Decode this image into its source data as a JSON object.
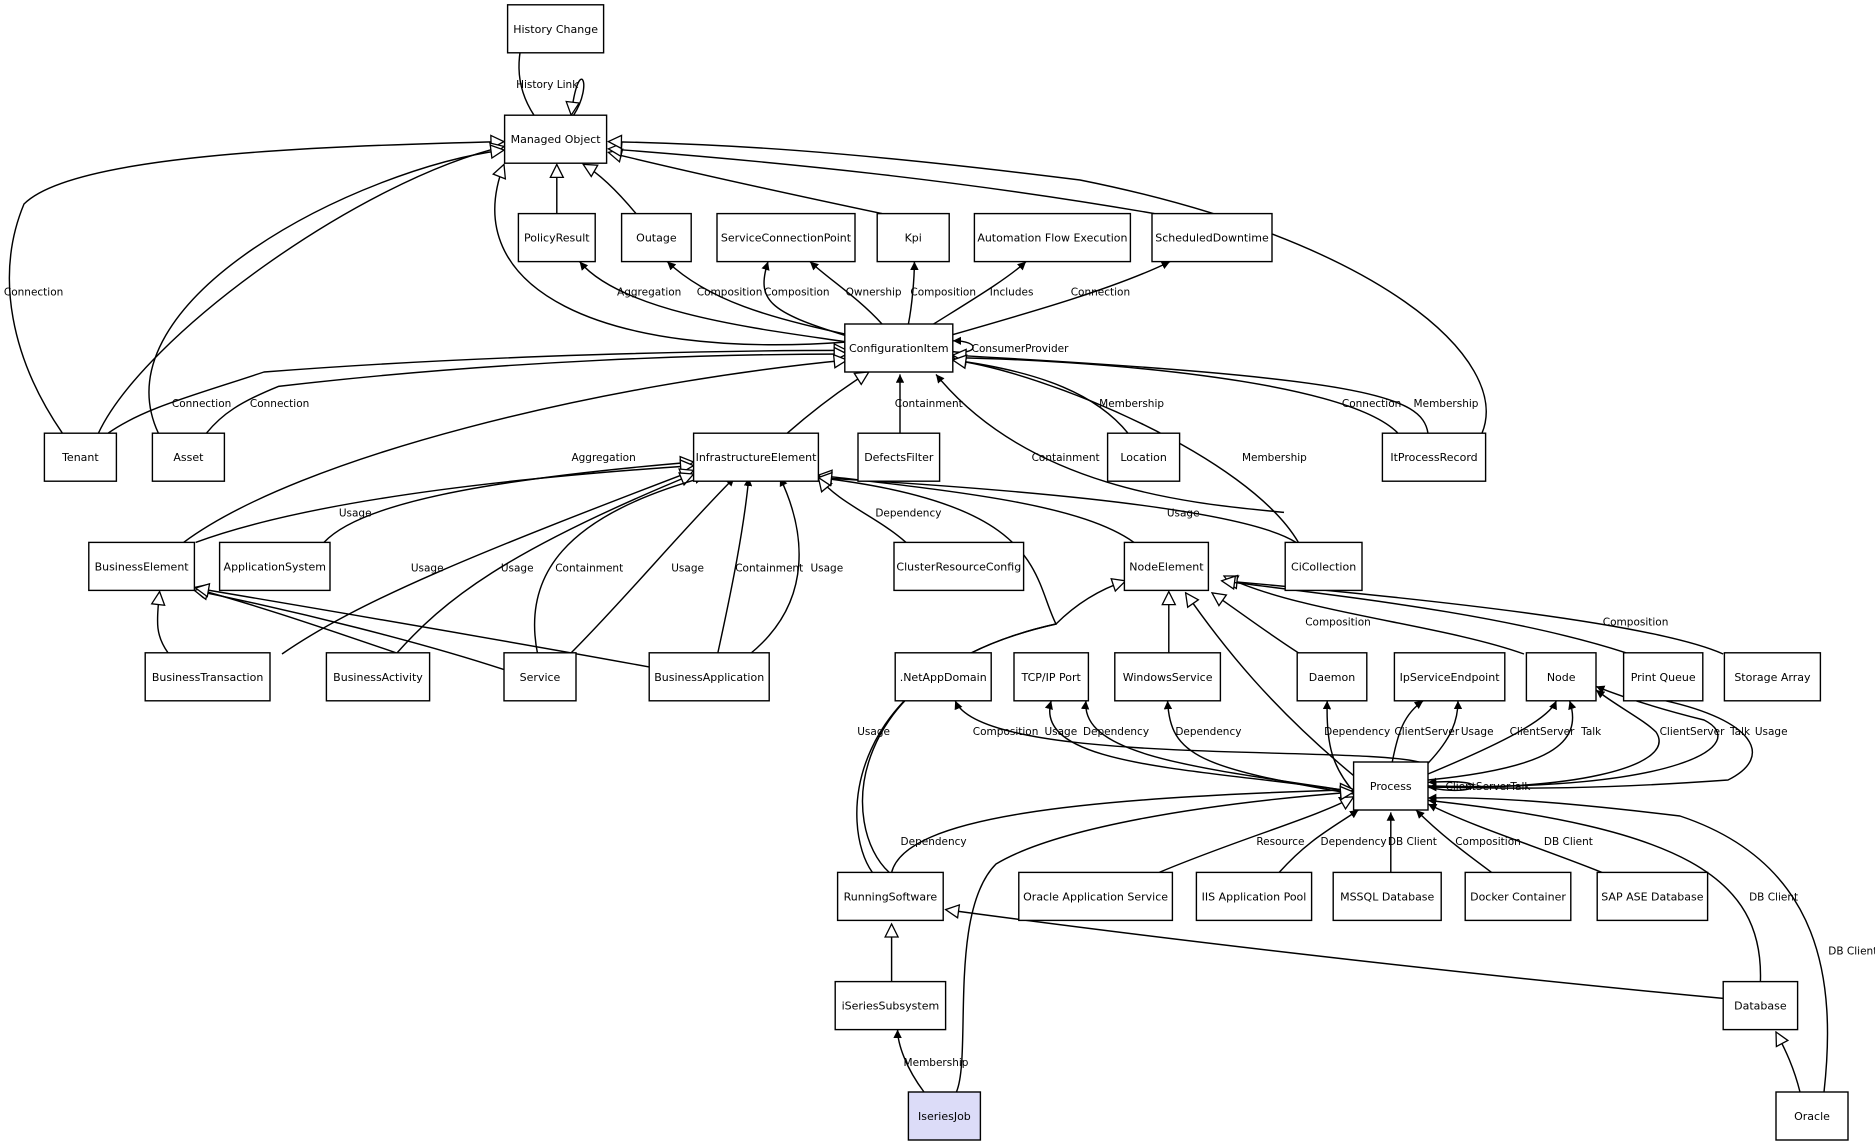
{
  "diagram": {
    "nodes": [
      {
        "id": "HC",
        "label": "History Change"
      },
      {
        "id": "MO",
        "label": "Managed Object"
      },
      {
        "id": "PR",
        "label": "PolicyResult"
      },
      {
        "id": "OU",
        "label": "Outage"
      },
      {
        "id": "SCP",
        "label": "ServiceConnectionPoint"
      },
      {
        "id": "KPI",
        "label": "Kpi"
      },
      {
        "id": "AFE",
        "label": "Automation Flow Execution"
      },
      {
        "id": "SD",
        "label": "ScheduledDowntime"
      },
      {
        "id": "CI",
        "label": "ConfigurationItem"
      },
      {
        "id": "TEN",
        "label": "Tenant"
      },
      {
        "id": "AS",
        "label": "Asset"
      },
      {
        "id": "IE",
        "label": "InfrastructureElement"
      },
      {
        "id": "DF",
        "label": "DefectsFilter"
      },
      {
        "id": "LOC",
        "label": "Location"
      },
      {
        "id": "IPR",
        "label": "ItProcessRecord"
      },
      {
        "id": "BE",
        "label": "BusinessElement"
      },
      {
        "id": "APPS",
        "label": "ApplicationSystem"
      },
      {
        "id": "CRC",
        "label": "ClusterResourceConfig"
      },
      {
        "id": "NE",
        "label": "NodeElement"
      },
      {
        "id": "CIC",
        "label": "CiCollection"
      },
      {
        "id": "BT",
        "label": "BusinessTransaction"
      },
      {
        "id": "BA",
        "label": "BusinessActivity"
      },
      {
        "id": "SVC",
        "label": "Service"
      },
      {
        "id": "BAP",
        "label": "BusinessApplication"
      },
      {
        "id": "NAD",
        "label": ".NetAppDomain"
      },
      {
        "id": "TCP",
        "label": "TCP/IP Port"
      },
      {
        "id": "WS",
        "label": "WindowsService"
      },
      {
        "id": "DAE",
        "label": "Daemon"
      },
      {
        "id": "IPS",
        "label": "IpServiceEndpoint"
      },
      {
        "id": "NODE",
        "label": "Node"
      },
      {
        "id": "PQ",
        "label": "Print Queue"
      },
      {
        "id": "SA",
        "label": "Storage Array"
      },
      {
        "id": "PROC",
        "label": "Process"
      },
      {
        "id": "RS",
        "label": "RunningSoftware"
      },
      {
        "id": "OAS",
        "label": "Oracle Application Service"
      },
      {
        "id": "IIS",
        "label": "IIS Application Pool"
      },
      {
        "id": "MSSQL",
        "label": "MSSQL Database"
      },
      {
        "id": "DOCK",
        "label": "Docker Container"
      },
      {
        "id": "SAP",
        "label": "SAP ASE Database"
      },
      {
        "id": "ISS",
        "label": "iSeriesSubsystem"
      },
      {
        "id": "DB",
        "label": "Database"
      },
      {
        "id": "IJ",
        "label": "IseriesJob"
      },
      {
        "id": "ORA",
        "label": "Oracle"
      }
    ],
    "edges": [
      {
        "label": "History Link"
      },
      {
        "label": "Connection"
      },
      {
        "label": "Aggregation"
      },
      {
        "label": "Composition"
      },
      {
        "label": "Composition"
      },
      {
        "label": "Ownership"
      },
      {
        "label": "Composition"
      },
      {
        "label": "Includes"
      },
      {
        "label": "Connection"
      },
      {
        "label": "ConsumerProvider"
      },
      {
        "label": "Connection"
      },
      {
        "label": "Connection"
      },
      {
        "label": "Containment"
      },
      {
        "label": "Membership"
      },
      {
        "label": "Connection"
      },
      {
        "label": "Membership"
      },
      {
        "label": "Aggregation"
      },
      {
        "label": "Containment"
      },
      {
        "label": "Membership"
      },
      {
        "label": "Usage"
      },
      {
        "label": "Usage"
      },
      {
        "label": "Dependency"
      },
      {
        "label": "Usage"
      },
      {
        "label": "Usage"
      },
      {
        "label": "Containment"
      },
      {
        "label": "Usage"
      },
      {
        "label": "Containment"
      },
      {
        "label": "Usage"
      },
      {
        "label": "Composition"
      },
      {
        "label": "Composition"
      },
      {
        "label": "Usage"
      },
      {
        "label": "Composition"
      },
      {
        "label": "Usage"
      },
      {
        "label": "Dependency"
      },
      {
        "label": "Dependency"
      },
      {
        "label": "Dependency"
      },
      {
        "label": "ClientServer"
      },
      {
        "label": "Usage"
      },
      {
        "label": "ClientServer"
      },
      {
        "label": "Talk"
      },
      {
        "label": "ClientServer"
      },
      {
        "label": "Talk"
      },
      {
        "label": "Usage"
      },
      {
        "label": "ClientServerTalk"
      },
      {
        "label": "Dependency"
      },
      {
        "label": "Resource"
      },
      {
        "label": "Dependency"
      },
      {
        "label": "DB Client"
      },
      {
        "label": "Composition"
      },
      {
        "label": "DB Client"
      },
      {
        "label": "DB Client"
      },
      {
        "label": "DB Client"
      },
      {
        "label": "Membership"
      }
    ]
  }
}
